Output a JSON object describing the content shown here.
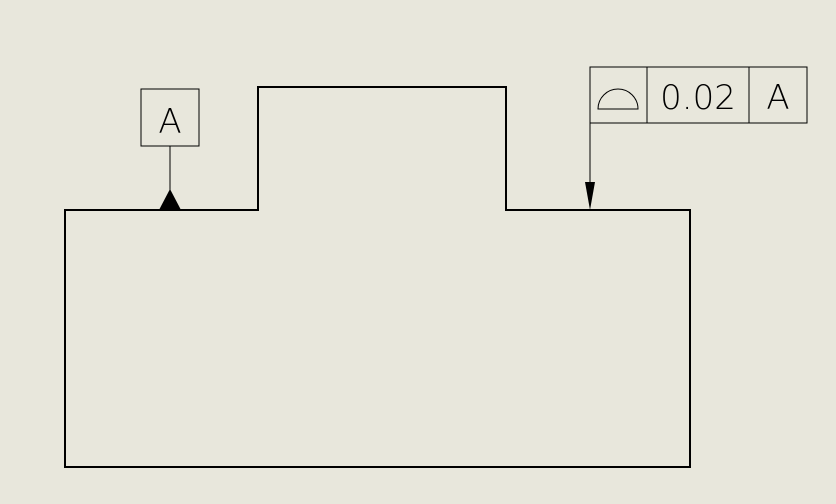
{
  "datum": {
    "letter": "A"
  },
  "feature_control_frame": {
    "symbol_icon": "profile-of-a-surface-icon",
    "tolerance": "0.02",
    "datum_reference": "A"
  },
  "colors": {
    "background": "#e8e7dc",
    "line": "#000000"
  }
}
